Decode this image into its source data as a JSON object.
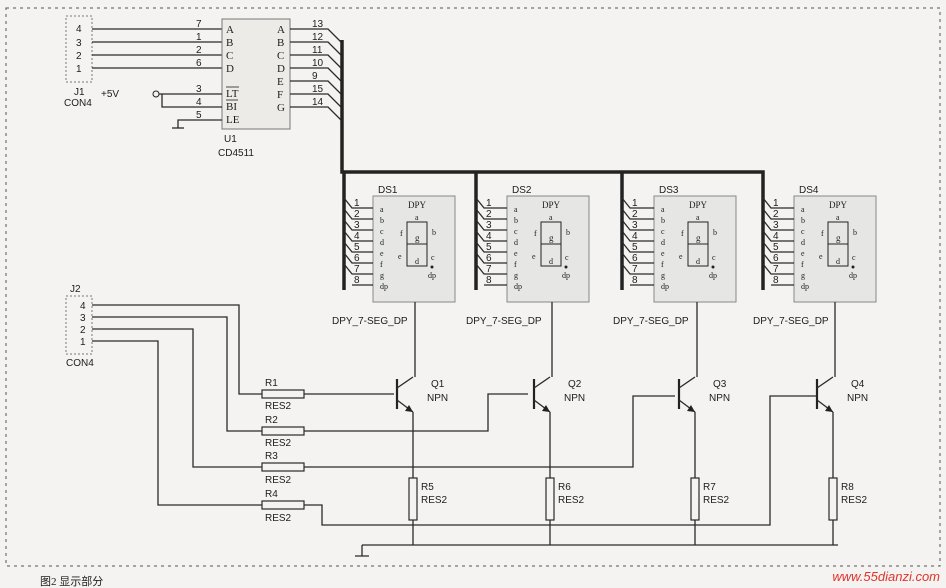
{
  "connectors": {
    "j1": {
      "ref": "J1",
      "type": "CON4",
      "pins": [
        "4",
        "3",
        "2",
        "1"
      ]
    },
    "j2": {
      "ref": "J2",
      "type": "CON4",
      "pins": [
        "4",
        "3",
        "2",
        "1"
      ]
    }
  },
  "decoder": {
    "ref": "U1",
    "part": "CD4511",
    "left_pins": [
      {
        "num": "7",
        "name": "A"
      },
      {
        "num": "1",
        "name": "B"
      },
      {
        "num": "2",
        "name": "C"
      },
      {
        "num": "6",
        "name": "D"
      },
      {
        "num": "3",
        "name": "LT"
      },
      {
        "num": "4",
        "name": "BI"
      },
      {
        "num": "5",
        "name": "LE"
      }
    ],
    "right_pins": [
      {
        "num": "13",
        "name": "A"
      },
      {
        "num": "12",
        "name": "B"
      },
      {
        "num": "11",
        "name": "C"
      },
      {
        "num": "10",
        "name": "D"
      },
      {
        "num": "9",
        "name": "E"
      },
      {
        "num": "15",
        "name": "F"
      },
      {
        "num": "14",
        "name": "G"
      }
    ]
  },
  "supply_label": "+5V",
  "displays": [
    {
      "ref": "DS1",
      "part": "DPY_7-SEG_DP"
    },
    {
      "ref": "DS2",
      "part": "DPY_7-SEG_DP"
    },
    {
      "ref": "DS3",
      "part": "DPY_7-SEG_DP"
    },
    {
      "ref": "DS4",
      "part": "DPY_7-SEG_DP"
    }
  ],
  "display_inner": {
    "title": "DPY",
    "pins": [
      "1",
      "2",
      "3",
      "4",
      "5",
      "6",
      "7",
      "8"
    ],
    "pin_names": [
      "a",
      "b",
      "c",
      "d",
      "e",
      "f",
      "g",
      "dp"
    ],
    "seg_a": "a",
    "seg_b": "b",
    "seg_c": "c",
    "seg_d": "d",
    "seg_e": "e",
    "seg_f": "f",
    "seg_g": "g",
    "seg_dp": "dp"
  },
  "transistors": [
    {
      "ref": "Q1",
      "type": "NPN"
    },
    {
      "ref": "Q2",
      "type": "NPN"
    },
    {
      "ref": "Q3",
      "type": "NPN"
    },
    {
      "ref": "Q4",
      "type": "NPN"
    }
  ],
  "base_resistors": [
    {
      "ref": "R1",
      "type": "RES2"
    },
    {
      "ref": "R2",
      "type": "RES2"
    },
    {
      "ref": "R3",
      "type": "RES2"
    },
    {
      "ref": "R4",
      "type": "RES2"
    }
  ],
  "emitter_resistors": [
    {
      "ref": "R5",
      "type": "RES2"
    },
    {
      "ref": "R6",
      "type": "RES2"
    },
    {
      "ref": "R7",
      "type": "RES2"
    },
    {
      "ref": "R8",
      "type": "RES2"
    }
  ],
  "caption": "图2 显示部分",
  "watermark": "www.55dianzi.com"
}
